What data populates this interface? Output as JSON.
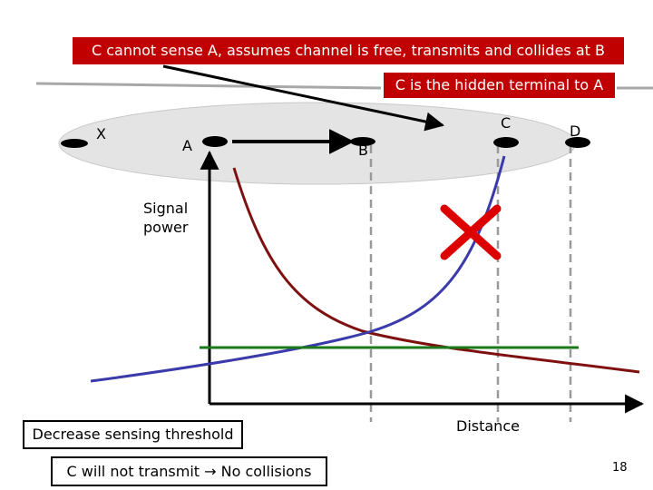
{
  "callouts": {
    "top": "C cannot sense A, assumes channel is free, transmits and collides at B",
    "hidden": "C is the hidden terminal to A",
    "decrease": "Decrease sensing threshold",
    "no_collision": "C will not transmit → No collisions"
  },
  "nodes": {
    "x": "X",
    "a": "A",
    "b": "B",
    "c": "C",
    "d": "D"
  },
  "axes": {
    "ylabel_line1": "Signal",
    "ylabel_line2": "power",
    "xlabel": "Distance"
  },
  "colors": {
    "callout_bg": "#c00000",
    "signal_from_a": "#7f1010",
    "signal_from_c": "#3a3aaa",
    "threshold": "#1a7a1a",
    "collision_mark": "#dd0000",
    "range_ellipse": "#e4e4e4"
  },
  "icons": [
    "collision-x-icon",
    "arrow-right-icon"
  ],
  "page_number": "18"
}
